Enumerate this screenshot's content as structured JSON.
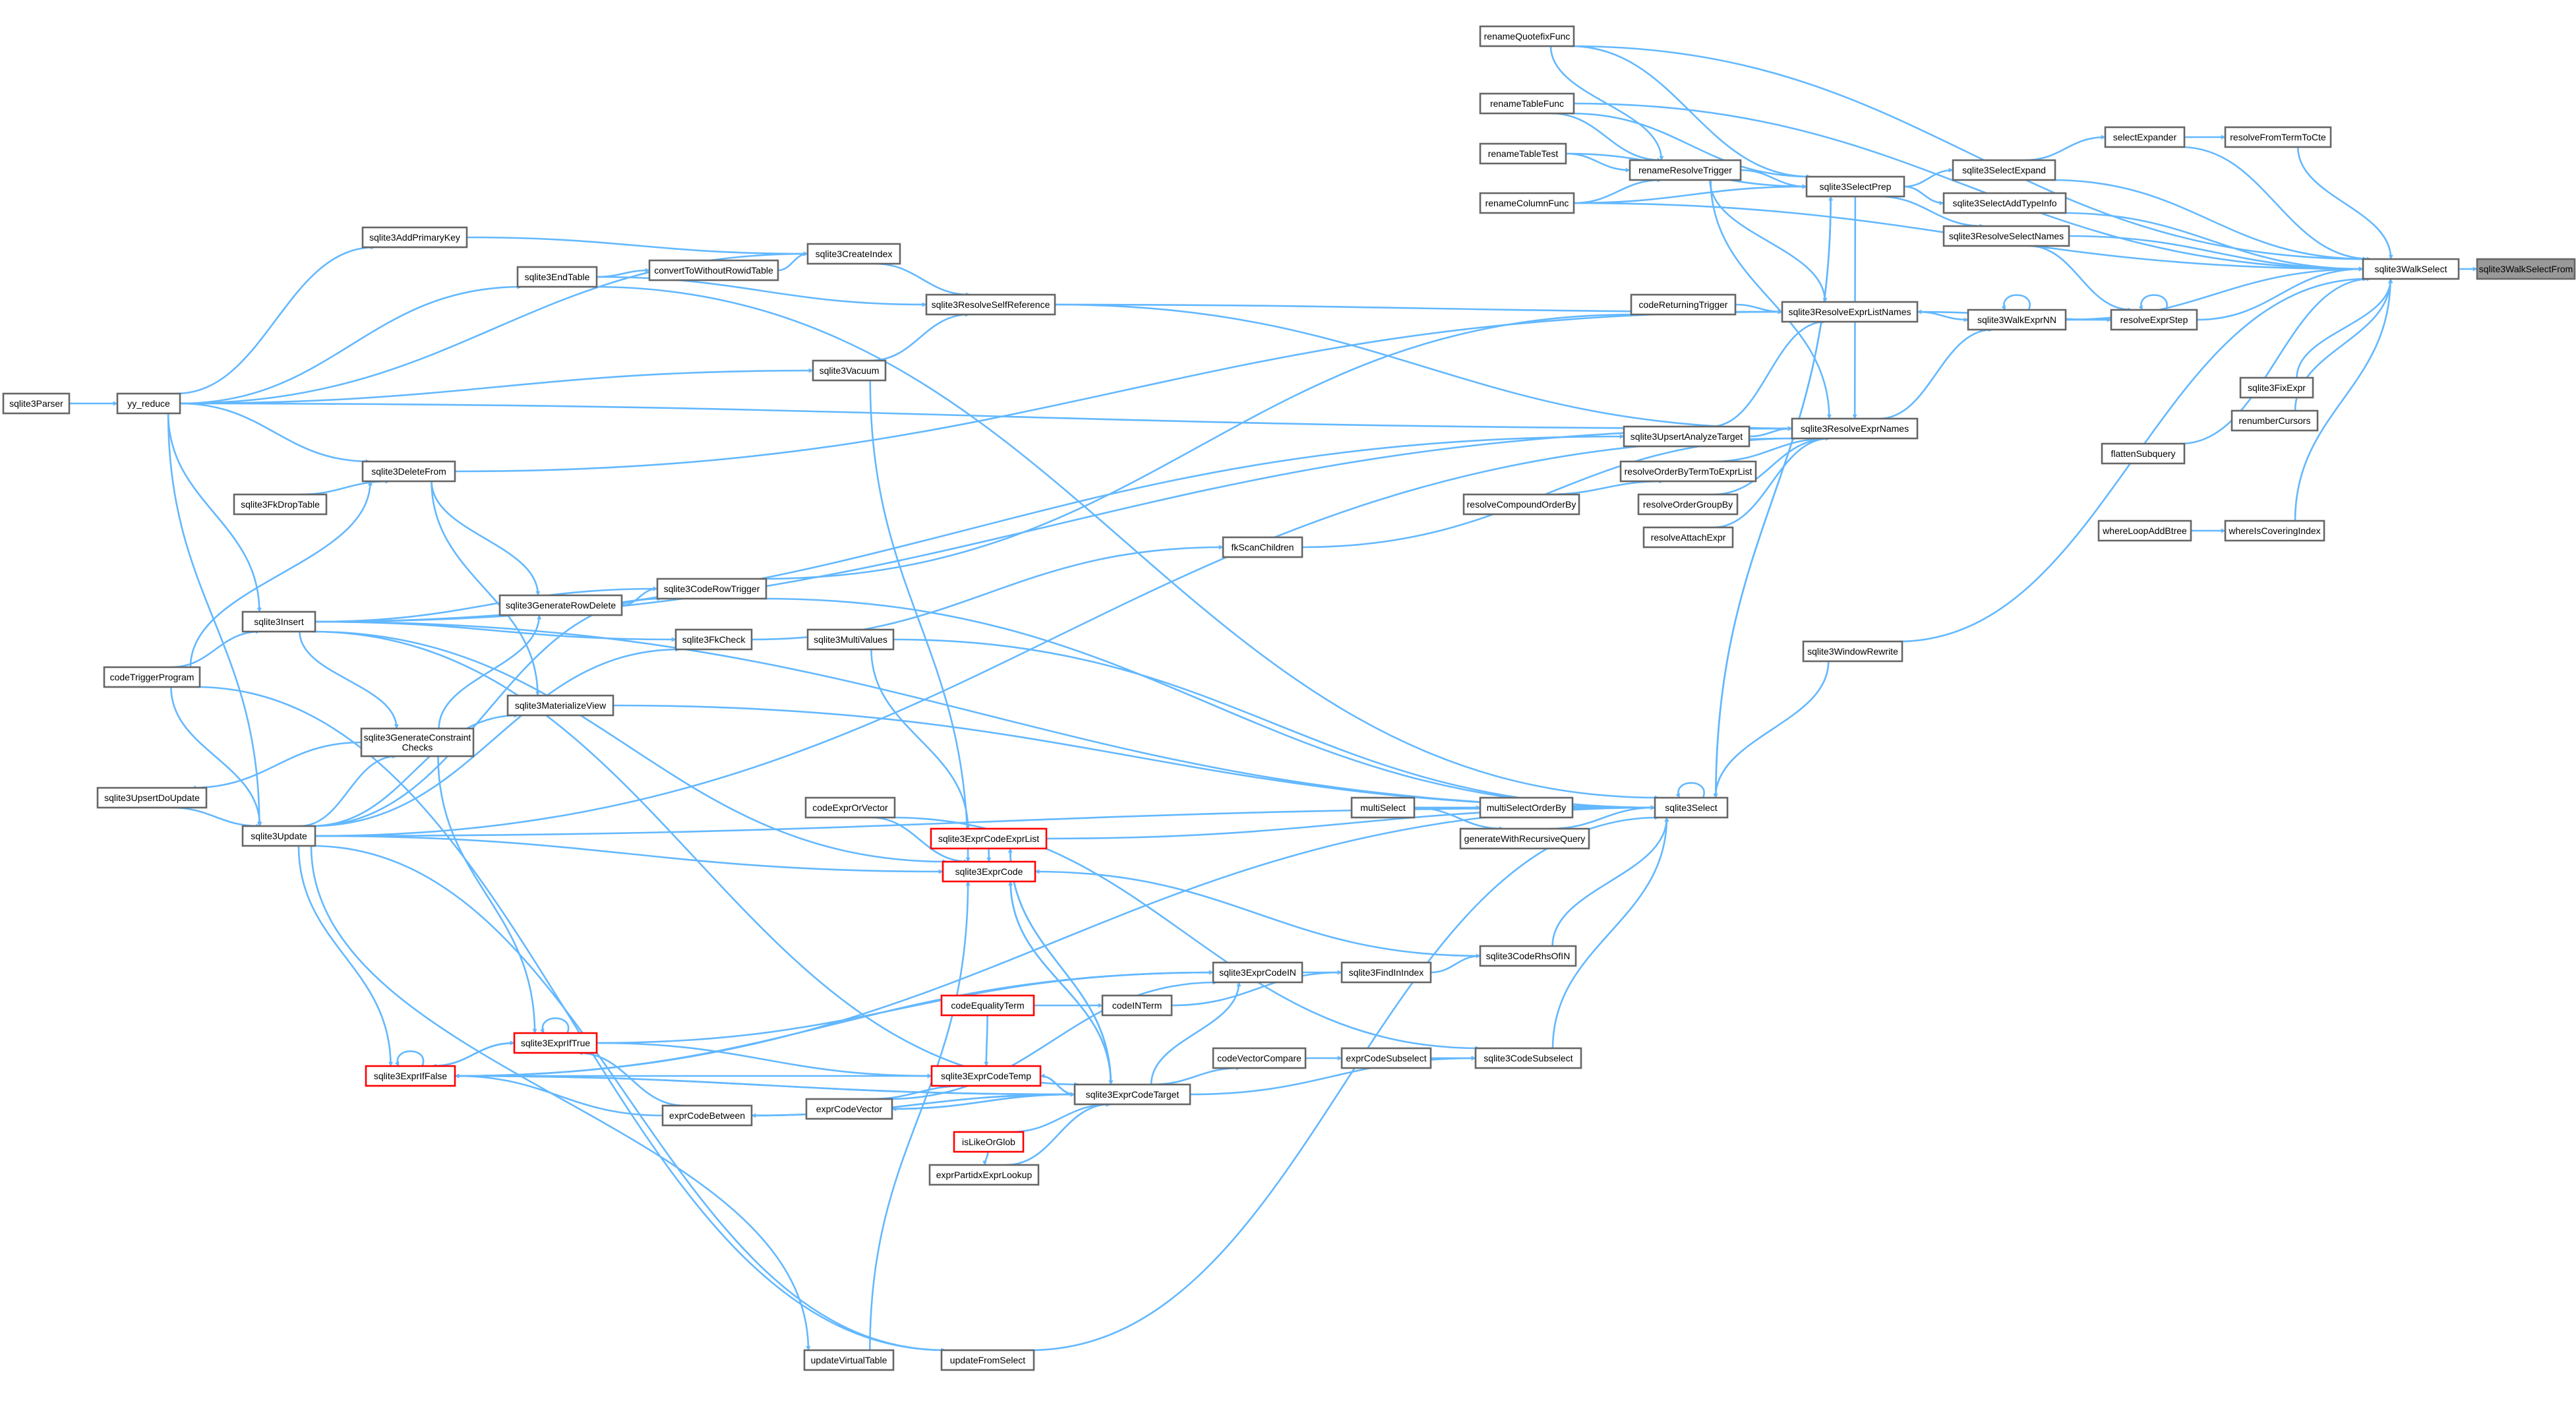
{
  "root": "sqlite3WalkSelectFrom",
  "nodes": [
    {
      "id": "renameQuotefixFunc",
      "label": "renameQuotefixFunc"
    },
    {
      "id": "renameTableFunc",
      "label": "renameTableFunc"
    },
    {
      "id": "renameTableTest",
      "label": "renameTableTest"
    },
    {
      "id": "renameColumnFunc",
      "label": "renameColumnFunc"
    },
    {
      "id": "renameResolveTrigger",
      "label": "renameResolveTrigger"
    },
    {
      "id": "sqlite3SelectPrep",
      "label": "sqlite3SelectPrep"
    },
    {
      "id": "sqlite3SelectExpand",
      "label": "sqlite3SelectExpand"
    },
    {
      "id": "sqlite3SelectAddTypeInfo",
      "label": "sqlite3SelectAddTypeInfo"
    },
    {
      "id": "sqlite3ResolveSelectNames",
      "label": "sqlite3ResolveSelectNames"
    },
    {
      "id": "selectExpander",
      "label": "selectExpander"
    },
    {
      "id": "resolveFromTermToCte",
      "label": "resolveFromTermToCte"
    },
    {
      "id": "sqlite3WalkSelect",
      "label": "sqlite3WalkSelect"
    },
    {
      "id": "sqlite3WalkSelectFrom",
      "label": "sqlite3WalkSelectFrom",
      "root": true
    },
    {
      "id": "sqlite3AddPrimaryKey",
      "label": "sqlite3AddPrimaryKey"
    },
    {
      "id": "sqlite3CreateIndex",
      "label": "sqlite3CreateIndex"
    },
    {
      "id": "convertToWithoutRowidTable",
      "label": "convertToWithoutRowidTable"
    },
    {
      "id": "sqlite3EndTable",
      "label": "sqlite3EndTable"
    },
    {
      "id": "sqlite3ResolveSelfReference",
      "label": "sqlite3ResolveSelfReference"
    },
    {
      "id": "codeReturningTrigger",
      "label": "codeReturningTrigger"
    },
    {
      "id": "sqlite3ResolveExprListNames",
      "label": "sqlite3ResolveExprListNames"
    },
    {
      "id": "resolveExprStep",
      "label": "resolveExprStep"
    },
    {
      "id": "sqlite3WalkExprNN",
      "label": "sqlite3WalkExprNN"
    },
    {
      "id": "sqlite3FixExpr",
      "label": "sqlite3FixExpr"
    },
    {
      "id": "renumberCursors",
      "label": "renumberCursors"
    },
    {
      "id": "flattenSubquery",
      "label": "flattenSubquery"
    },
    {
      "id": "whereLoopAddBtree",
      "label": "whereLoopAddBtree"
    },
    {
      "id": "whereIsCoveringIndex",
      "label": "whereIsCoveringIndex"
    },
    {
      "id": "sqlite3Parser",
      "label": "sqlite3Parser"
    },
    {
      "id": "yy_reduce",
      "label": "yy_reduce"
    },
    {
      "id": "sqlite3Vacuum",
      "label": "sqlite3Vacuum"
    },
    {
      "id": "sqlite3UpsertAnalyzeTarget",
      "label": "sqlite3UpsertAnalyzeTarget"
    },
    {
      "id": "sqlite3ResolveExprNames",
      "label": "sqlite3ResolveExprNames"
    },
    {
      "id": "resolveOrderByTermToExprList",
      "label": "resolveOrderByTermToExprList"
    },
    {
      "id": "resolveCompoundOrderBy",
      "label": "resolveCompoundOrderBy"
    },
    {
      "id": "resolveOrderGroupBy",
      "label": "resolveOrderGroupBy"
    },
    {
      "id": "resolveAttachExpr",
      "label": "resolveAttachExpr"
    },
    {
      "id": "sqlite3DeleteFrom",
      "label": "sqlite3DeleteFrom"
    },
    {
      "id": "sqlite3FkDropTable",
      "label": "sqlite3FkDropTable"
    },
    {
      "id": "fkScanChildren",
      "label": "fkScanChildren"
    },
    {
      "id": "sqlite3CodeRowTrigger",
      "label": "sqlite3CodeRowTrigger"
    },
    {
      "id": "sqlite3GenerateRowDelete",
      "label": "sqlite3GenerateRowDelete"
    },
    {
      "id": "sqlite3Insert",
      "label": "sqlite3Insert"
    },
    {
      "id": "sqlite3FkCheck",
      "label": "sqlite3FkCheck"
    },
    {
      "id": "sqlite3MultiValues",
      "label": "sqlite3MultiValues"
    },
    {
      "id": "sqlite3WindowRewrite",
      "label": "sqlite3WindowRewrite"
    },
    {
      "id": "codeTriggerProgram",
      "label": "codeTriggerProgram"
    },
    {
      "id": "sqlite3MaterializeView",
      "label": "sqlite3MaterializeView"
    },
    {
      "id": "sqlite3GenerateConstraintChecks",
      "label": "sqlite3GenerateConstraint\nChecks"
    },
    {
      "id": "sqlite3UpsertDoUpdate",
      "label": "sqlite3UpsertDoUpdate"
    },
    {
      "id": "sqlite3Update",
      "label": "sqlite3Update"
    },
    {
      "id": "codeExprOrVector",
      "label": "codeExprOrVector"
    },
    {
      "id": "sqlite3ExprCodeExprList",
      "label": "sqlite3ExprCodeExprList",
      "red": true
    },
    {
      "id": "sqlite3ExprCode",
      "label": "sqlite3ExprCode",
      "red": true
    },
    {
      "id": "multiSelect",
      "label": "multiSelect"
    },
    {
      "id": "multiSelectOrderBy",
      "label": "multiSelectOrderBy"
    },
    {
      "id": "generateWithRecursiveQuery",
      "label": "generateWithRecursiveQuery"
    },
    {
      "id": "sqlite3Select",
      "label": "sqlite3Select"
    },
    {
      "id": "sqlite3CodeRhsOfIN",
      "label": "sqlite3CodeRhsOfIN"
    },
    {
      "id": "sqlite3FindInIndex",
      "label": "sqlite3FindInIndex"
    },
    {
      "id": "sqlite3ExprCodeIN",
      "label": "sqlite3ExprCodeIN"
    },
    {
      "id": "codeEqualityTerm",
      "label": "codeEqualityTerm",
      "red": true
    },
    {
      "id": "codeINTerm",
      "label": "codeINTerm"
    },
    {
      "id": "sqlite3ExprIfTrue",
      "label": "sqlite3ExprIfTrue",
      "red": true
    },
    {
      "id": "sqlite3ExprIfFalse",
      "label": "sqlite3ExprIfFalse",
      "red": true
    },
    {
      "id": "sqlite3ExprCodeTemp",
      "label": "sqlite3ExprCodeTemp",
      "red": true
    },
    {
      "id": "codeVectorCompare",
      "label": "codeVectorCompare"
    },
    {
      "id": "exprCodeSubselect",
      "label": "exprCodeSubselect"
    },
    {
      "id": "sqlite3CodeSubselect",
      "label": "sqlite3CodeSubselect"
    },
    {
      "id": "exprCodeBetween",
      "label": "exprCodeBetween"
    },
    {
      "id": "exprCodeVector",
      "label": "exprCodeVector"
    },
    {
      "id": "sqlite3ExprCodeTarget",
      "label": "sqlite3ExprCodeTarget"
    },
    {
      "id": "isLikeOrGlob",
      "label": "isLikeOrGlob",
      "red": true
    },
    {
      "id": "exprPartidxExprLookup",
      "label": "exprPartidxExprLookup"
    },
    {
      "id": "updateVirtualTable",
      "label": "updateVirtualTable"
    },
    {
      "id": "updateFromSelect",
      "label": "updateFromSelect"
    }
  ],
  "edges": [
    [
      "sqlite3WalkSelectFrom",
      "sqlite3WalkSelect"
    ],
    [
      "sqlite3WalkSelect",
      "renameQuotefixFunc"
    ],
    [
      "sqlite3WalkSelect",
      "renameTableFunc"
    ],
    [
      "sqlite3WalkSelect",
      "selectExpander"
    ],
    [
      "sqlite3WalkSelect",
      "resolveFromTermToCte"
    ],
    [
      "sqlite3WalkSelect",
      "sqlite3SelectExpand"
    ],
    [
      "sqlite3WalkSelect",
      "sqlite3SelectAddTypeInfo"
    ],
    [
      "sqlite3WalkSelect",
      "sqlite3ResolveSelectNames"
    ],
    [
      "sqlite3WalkSelect",
      "renameColumnFunc"
    ],
    [
      "sqlite3WalkSelect",
      "resolveExprStep"
    ],
    [
      "sqlite3WalkSelect",
      "sqlite3WalkExprNN"
    ],
    [
      "sqlite3WalkSelect",
      "sqlite3FixExpr"
    ],
    [
      "sqlite3WalkSelect",
      "renumberCursors"
    ],
    [
      "sqlite3WalkSelect",
      "flattenSubquery"
    ],
    [
      "sqlite3WalkSelect",
      "whereIsCoveringIndex"
    ],
    [
      "sqlite3WalkSelect",
      "sqlite3WindowRewrite"
    ],
    [
      "selectExpander",
      "sqlite3SelectExpand"
    ],
    [
      "resolveFromTermToCte",
      "selectExpander"
    ],
    [
      "sqlite3SelectExpand",
      "sqlite3SelectPrep"
    ],
    [
      "sqlite3SelectAddTypeInfo",
      "sqlite3SelectPrep"
    ],
    [
      "sqlite3ResolveSelectNames",
      "sqlite3SelectPrep"
    ],
    [
      "sqlite3SelectPrep",
      "renameQuotefixFunc"
    ],
    [
      "sqlite3SelectPrep",
      "renameTableFunc"
    ],
    [
      "sqlite3SelectPrep",
      "renameTableTest"
    ],
    [
      "sqlite3SelectPrep",
      "renameColumnFunc"
    ],
    [
      "sqlite3SelectPrep",
      "renameResolveTrigger"
    ],
    [
      "sqlite3SelectPrep",
      "sqlite3Select"
    ],
    [
      "renameResolveTrigger",
      "renameQuotefixFunc"
    ],
    [
      "renameResolveTrigger",
      "renameTableFunc"
    ],
    [
      "renameResolveTrigger",
      "renameTableTest"
    ],
    [
      "renameResolveTrigger",
      "renameColumnFunc"
    ],
    [
      "resolveExprStep",
      "sqlite3ResolveSelectNames"
    ],
    [
      "resolveExprStep",
      "resolveExprStep"
    ],
    [
      "resolveExprStep",
      "sqlite3WalkExprNN"
    ],
    [
      "sqlite3ResolveExprListNames",
      "resolveExprStep"
    ],
    [
      "sqlite3ResolveExprListNames",
      "renameResolveTrigger"
    ],
    [
      "sqlite3ResolveExprListNames",
      "codeReturningTrigger"
    ],
    [
      "sqlite3ResolveExprListNames",
      "sqlite3ResolveSelfReference"
    ],
    [
      "sqlite3ResolveExprListNames",
      "sqlite3UpsertAnalyzeTarget"
    ],
    [
      "sqlite3ResolveExprListNames",
      "sqlite3DeleteFrom"
    ],
    [
      "sqlite3WalkExprNN",
      "sqlite3WalkExprNN"
    ],
    [
      "sqlite3WalkExprNN",
      "sqlite3ResolveExprListNames"
    ],
    [
      "sqlite3WalkExprNN",
      "sqlite3ResolveExprNames"
    ],
    [
      "sqlite3ResolveExprNames",
      "renameResolveTrigger"
    ],
    [
      "sqlite3ResolveExprNames",
      "sqlite3ResolveSelfReference"
    ],
    [
      "sqlite3ResolveExprNames",
      "sqlite3UpsertAnalyzeTarget"
    ],
    [
      "sqlite3ResolveExprNames",
      "resolveOrderByTermToExprList"
    ],
    [
      "sqlite3ResolveExprNames",
      "resolveOrderGroupBy"
    ],
    [
      "sqlite3ResolveExprNames",
      "resolveAttachExpr"
    ],
    [
      "sqlite3ResolveExprNames",
      "sqlite3Insert"
    ],
    [
      "sqlite3ResolveExprNames",
      "fkScanChildren"
    ],
    [
      "sqlite3ResolveExprNames",
      "yy_reduce"
    ],
    [
      "sqlite3ResolveExprNames",
      "sqlite3Update"
    ],
    [
      "sqlite3ResolveExprNames",
      "sqlite3SelectPrep"
    ],
    [
      "resolveOrderByTermToExprList",
      "resolveCompoundOrderBy"
    ],
    [
      "codeReturningTrigger",
      "sqlite3CodeRowTrigger"
    ],
    [
      "sqlite3ResolveSelfReference",
      "sqlite3CreateIndex"
    ],
    [
      "sqlite3ResolveSelfReference",
      "sqlite3EndTable"
    ],
    [
      "sqlite3ResolveSelfReference",
      "sqlite3Vacuum"
    ],
    [
      "sqlite3CreateIndex",
      "sqlite3AddPrimaryKey"
    ],
    [
      "sqlite3CreateIndex",
      "convertToWithoutRowidTable"
    ],
    [
      "sqlite3CreateIndex",
      "yy_reduce"
    ],
    [
      "convertToWithoutRowidTable",
      "sqlite3EndTable"
    ],
    [
      "sqlite3EndTable",
      "yy_reduce"
    ],
    [
      "sqlite3AddPrimaryKey",
      "yy_reduce"
    ],
    [
      "sqlite3Vacuum",
      "yy_reduce"
    ],
    [
      "yy_reduce",
      "sqlite3Parser"
    ],
    [
      "sqlite3DeleteFrom",
      "yy_reduce"
    ],
    [
      "sqlite3DeleteFrom",
      "sqlite3FkDropTable"
    ],
    [
      "sqlite3DeleteFrom",
      "codeTriggerProgram"
    ],
    [
      "sqlite3Insert",
      "yy_reduce"
    ],
    [
      "sqlite3Insert",
      "codeTriggerProgram"
    ],
    [
      "sqlite3Update",
      "yy_reduce"
    ],
    [
      "sqlite3Update",
      "codeTriggerProgram"
    ],
    [
      "sqlite3Update",
      "sqlite3UpsertDoUpdate"
    ],
    [
      "sqlite3UpsertDoUpdate",
      "sqlite3GenerateConstraintChecks"
    ],
    [
      "sqlite3UpsertAnalyzeTarget",
      "sqlite3Insert"
    ],
    [
      "sqlite3CodeRowTrigger",
      "sqlite3Insert"
    ],
    [
      "sqlite3CodeRowTrigger",
      "sqlite3GenerateRowDelete"
    ],
    [
      "sqlite3CodeRowTrigger",
      "sqlite3Update"
    ],
    [
      "sqlite3GenerateRowDelete",
      "sqlite3DeleteFrom"
    ],
    [
      "sqlite3GenerateRowDelete",
      "sqlite3GenerateConstraintChecks"
    ],
    [
      "sqlite3GenerateConstraintChecks",
      "sqlite3Insert"
    ],
    [
      "sqlite3GenerateConstraintChecks",
      "sqlite3Update"
    ],
    [
      "sqlite3FkCheck",
      "sqlite3Insert"
    ],
    [
      "sqlite3FkCheck",
      "sqlite3Update"
    ],
    [
      "fkScanChildren",
      "sqlite3FkCheck"
    ],
    [
      "sqlite3MaterializeView",
      "sqlite3DeleteFrom"
    ],
    [
      "sqlite3MaterializeView",
      "sqlite3Update"
    ],
    [
      "sqlite3Select",
      "sqlite3SelectPrep"
    ],
    [
      "sqlite3Select",
      "sqlite3Select"
    ],
    [
      "sqlite3Select",
      "sqlite3EndTable"
    ],
    [
      "sqlite3Select",
      "sqlite3CodeRowTrigger"
    ],
    [
      "sqlite3Select",
      "sqlite3Insert"
    ],
    [
      "sqlite3Select",
      "sqlite3MultiValues"
    ],
    [
      "sqlite3Select",
      "sqlite3MaterializeView"
    ],
    [
      "sqlite3Select",
      "sqlite3ExprCodeExprList"
    ],
    [
      "sqlite3Select",
      "multiSelect"
    ],
    [
      "sqlite3Select",
      "multiSelectOrderBy"
    ],
    [
      "sqlite3Select",
      "generateWithRecursiveQuery"
    ],
    [
      "sqlite3Select",
      "sqlite3CodeRhsOfIN"
    ],
    [
      "sqlite3Select",
      "sqlite3CodeSubselect"
    ],
    [
      "sqlite3Select",
      "updateFromSelect"
    ],
    [
      "sqlite3Select",
      "sqlite3Update"
    ],
    [
      "sqlite3Select",
      "sqlite3ExprIfFalse"
    ],
    [
      "sqlite3Select",
      "sqlite3WindowRewrite"
    ],
    [
      "multiSelectOrderBy",
      "multiSelect"
    ],
    [
      "generateWithRecursiveQuery",
      "multiSelect"
    ],
    [
      "sqlite3ExprCodeExprList",
      "sqlite3MultiValues"
    ],
    [
      "sqlite3ExprCodeExprList",
      "sqlite3ExprCodeTarget"
    ],
    [
      "sqlite3ExprCode",
      "sqlite3Vacuum"
    ],
    [
      "sqlite3ExprCode",
      "sqlite3Insert"
    ],
    [
      "sqlite3ExprCode",
      "sqlite3Update"
    ],
    [
      "sqlite3ExprCode",
      "sqlite3ExprCodeExprList"
    ],
    [
      "sqlite3ExprCode",
      "codeExprOrVector"
    ],
    [
      "sqlite3ExprCode",
      "sqlite3CodeRhsOfIN"
    ],
    [
      "sqlite3ExprCode",
      "sqlite3ExprCodeTarget"
    ],
    [
      "sqlite3ExprCode",
      "updateVirtualTable"
    ],
    [
      "sqlite3CodeRhsOfIN",
      "sqlite3FindInIndex"
    ],
    [
      "sqlite3FindInIndex",
      "sqlite3ExprCodeIN"
    ],
    [
      "sqlite3FindInIndex",
      "codeINTerm"
    ],
    [
      "codeINTerm",
      "codeEqualityTerm"
    ],
    [
      "sqlite3ExprCodeIN",
      "sqlite3ExprIfTrue"
    ],
    [
      "sqlite3ExprCodeIN",
      "sqlite3ExprIfFalse"
    ],
    [
      "sqlite3ExprCodeIN",
      "sqlite3ExprCodeTarget"
    ],
    [
      "sqlite3ExprCodeIN",
      "exprCodeVector"
    ],
    [
      "sqlite3ExprIfTrue",
      "sqlite3ExprIfTrue"
    ],
    [
      "sqlite3ExprIfTrue",
      "sqlite3ExprIfFalse"
    ],
    [
      "sqlite3ExprIfTrue",
      "sqlite3GenerateConstraintChecks"
    ],
    [
      "sqlite3ExprIfTrue",
      "exprCodeBetween"
    ],
    [
      "sqlite3ExprIfFalse",
      "sqlite3ExprIfFalse"
    ],
    [
      "sqlite3ExprIfFalse",
      "sqlite3ExprIfTrue"
    ],
    [
      "sqlite3ExprIfFalse",
      "exprCodeBetween"
    ],
    [
      "sqlite3ExprIfFalse",
      "sqlite3Update"
    ],
    [
      "sqlite3ExprIfFalse",
      "sqlite3ExprCodeTarget"
    ],
    [
      "sqlite3ExprCodeTemp",
      "sqlite3ExprIfTrue"
    ],
    [
      "sqlite3ExprCodeTemp",
      "sqlite3ExprIfFalse"
    ],
    [
      "sqlite3ExprCodeTemp",
      "exprCodeVector"
    ],
    [
      "sqlite3ExprCodeTemp",
      "sqlite3ExprCodeTarget"
    ],
    [
      "sqlite3ExprCodeTemp",
      "codeEqualityTerm"
    ],
    [
      "sqlite3CodeSubselect",
      "exprCodeSubselect"
    ],
    [
      "sqlite3CodeSubselect",
      "sqlite3ExprCodeTarget"
    ],
    [
      "sqlite3CodeSubselect",
      "codeExprOrVector"
    ],
    [
      "exprCodeSubselect",
      "codeVectorCompare"
    ],
    [
      "codeVectorCompare",
      "sqlite3ExprCodeTarget"
    ],
    [
      "exprCodeBetween",
      "sqlite3ExprCodeTarget"
    ],
    [
      "exprCodeVector",
      "sqlite3ExprCodeTarget"
    ],
    [
      "sqlite3ExprCodeTarget",
      "sqlite3ExprCode"
    ],
    [
      "sqlite3ExprCodeTarget",
      "sqlite3ExprCodeTemp"
    ],
    [
      "sqlite3ExprCodeTarget",
      "sqlite3ExprCodeExprList"
    ],
    [
      "sqlite3ExprCodeTarget",
      "isLikeOrGlob"
    ],
    [
      "sqlite3ExprCodeTarget",
      "exprPartidxExprLookup"
    ],
    [
      "sqlite3ExprCodeTarget",
      "sqlite3ExprIfFalse"
    ],
    [
      "sqlite3ExprCodeTarget",
      "exprCodeBetween"
    ],
    [
      "sqlite3ExprCodeTarget",
      "sqlite3Insert"
    ],
    [
      "sqlite3ExprCodeTarget",
      "exprCodeVector"
    ],
    [
      "exprPartidxExprLookup",
      "isLikeOrGlob"
    ],
    [
      "updateFromSelect",
      "sqlite3Update"
    ],
    [
      "updateFromSelect",
      "codeTriggerProgram"
    ],
    [
      "updateVirtualTable",
      "sqlite3Update"
    ],
    [
      "whereIsCoveringIndex",
      "whereLoopAddBtree"
    ]
  ]
}
